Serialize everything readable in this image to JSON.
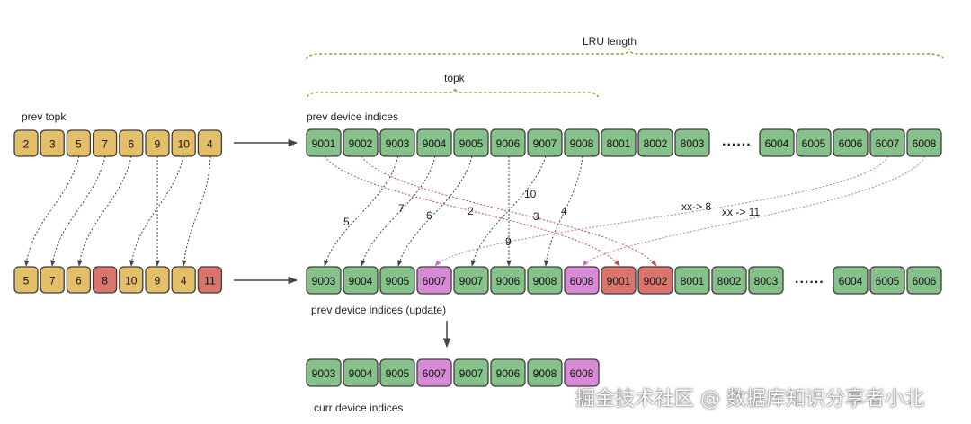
{
  "labels": {
    "lru_length": "LRU length",
    "topk": "topk",
    "prev_topk": "prev topk",
    "prev_device_indices": "prev device indices",
    "prev_device_indices_update": "prev device indices (update)",
    "curr_device_indices": "curr device indices",
    "ellipsis": "......"
  },
  "colors": {
    "yellow": "#e3bf6a",
    "green": "#86c08a",
    "red": "#d9756d",
    "pink": "#d98ad6",
    "border": "#3d3d3d",
    "brace": "#8aa832"
  },
  "rows": {
    "prev_topk": [
      {
        "v": "2",
        "c": "yellow"
      },
      {
        "v": "3",
        "c": "yellow"
      },
      {
        "v": "5",
        "c": "yellow"
      },
      {
        "v": "7",
        "c": "yellow"
      },
      {
        "v": "6",
        "c": "yellow"
      },
      {
        "v": "9",
        "c": "yellow"
      },
      {
        "v": "10",
        "c": "yellow"
      },
      {
        "v": "4",
        "c": "yellow"
      }
    ],
    "curr_topk": [
      {
        "v": "5",
        "c": "yellow"
      },
      {
        "v": "7",
        "c": "yellow"
      },
      {
        "v": "6",
        "c": "yellow"
      },
      {
        "v": "8",
        "c": "red"
      },
      {
        "v": "10",
        "c": "yellow"
      },
      {
        "v": "9",
        "c": "yellow"
      },
      {
        "v": "4",
        "c": "yellow"
      },
      {
        "v": "11",
        "c": "red"
      }
    ],
    "prev_indices_a": [
      {
        "v": "9001",
        "c": "green"
      },
      {
        "v": "9002",
        "c": "green"
      },
      {
        "v": "9003",
        "c": "green"
      },
      {
        "v": "9004",
        "c": "green"
      },
      {
        "v": "9005",
        "c": "green"
      },
      {
        "v": "9006",
        "c": "green"
      },
      {
        "v": "9007",
        "c": "green"
      },
      {
        "v": "9008",
        "c": "green"
      },
      {
        "v": "8001",
        "c": "green"
      },
      {
        "v": "8002",
        "c": "green"
      },
      {
        "v": "8003",
        "c": "green"
      }
    ],
    "prev_indices_b": [
      {
        "v": "6004",
        "c": "green"
      },
      {
        "v": "6005",
        "c": "green"
      },
      {
        "v": "6006",
        "c": "green"
      },
      {
        "v": "6007",
        "c": "green"
      },
      {
        "v": "6008",
        "c": "green"
      }
    ],
    "updated_a": [
      {
        "v": "9003",
        "c": "green"
      },
      {
        "v": "9004",
        "c": "green"
      },
      {
        "v": "9005",
        "c": "green"
      },
      {
        "v": "6007",
        "c": "pink"
      },
      {
        "v": "9007",
        "c": "green"
      },
      {
        "v": "9006",
        "c": "green"
      },
      {
        "v": "9008",
        "c": "green"
      },
      {
        "v": "6008",
        "c": "pink"
      },
      {
        "v": "9001",
        "c": "red"
      },
      {
        "v": "9002",
        "c": "red"
      },
      {
        "v": "8001",
        "c": "green"
      },
      {
        "v": "8002",
        "c": "green"
      },
      {
        "v": "8003",
        "c": "green"
      }
    ],
    "updated_b": [
      {
        "v": "6004",
        "c": "green"
      },
      {
        "v": "6005",
        "c": "green"
      },
      {
        "v": "6006",
        "c": "green"
      }
    ],
    "curr_indices": [
      {
        "v": "9003",
        "c": "green"
      },
      {
        "v": "9004",
        "c": "green"
      },
      {
        "v": "9005",
        "c": "green"
      },
      {
        "v": "6007",
        "c": "pink"
      },
      {
        "v": "9007",
        "c": "green"
      },
      {
        "v": "9006",
        "c": "green"
      },
      {
        "v": "9008",
        "c": "green"
      },
      {
        "v": "6008",
        "c": "pink"
      }
    ]
  },
  "connector_labels": [
    "5",
    "7",
    "6",
    "2",
    "3",
    "4",
    "10",
    "9",
    "xx-> 8",
    "xx -> 11"
  ],
  "watermark": "掘金技术社区 @ 数据库知识分享者小北"
}
